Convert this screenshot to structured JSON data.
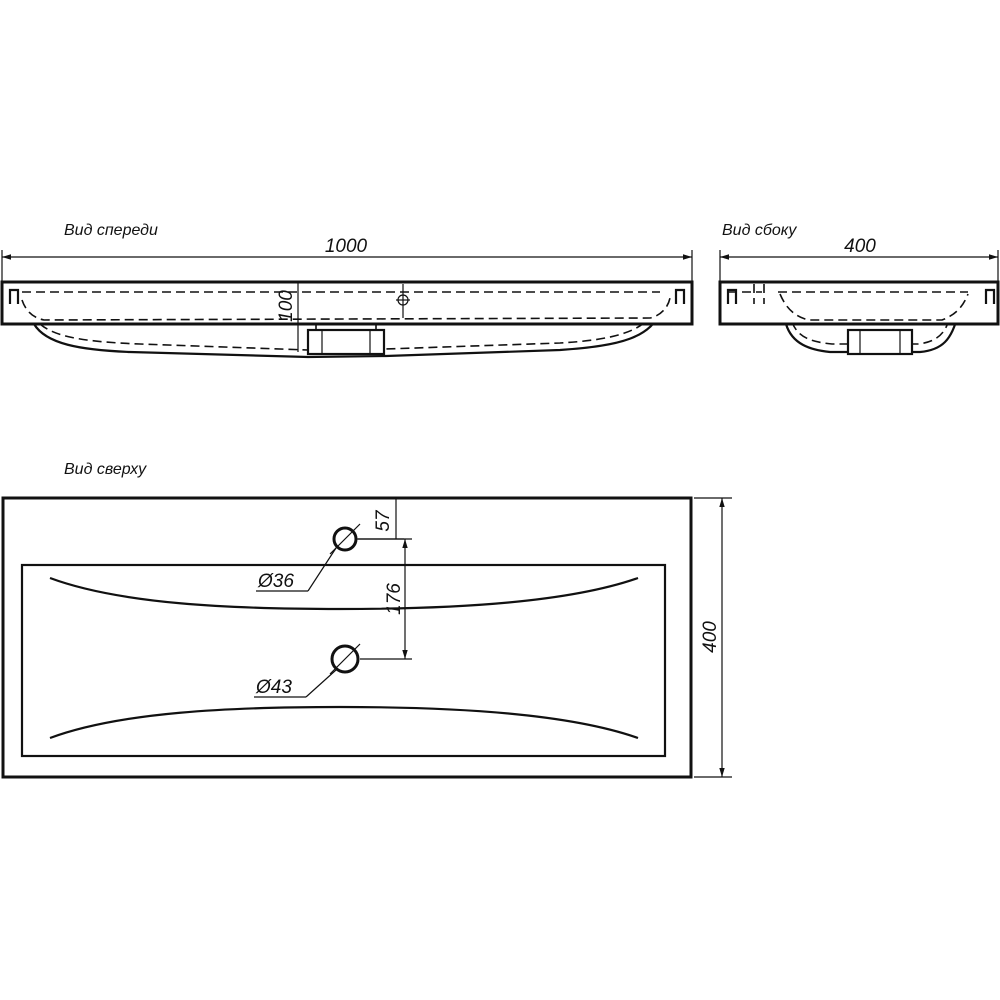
{
  "views": {
    "front": {
      "title": "Вид спереди",
      "width_dim": "1000",
      "height_dim": "100"
    },
    "side": {
      "title": "Вид сбоку",
      "depth_dim": "400"
    },
    "top": {
      "title": "Вид сверху",
      "depth_dim": "400",
      "tap_hole_offset_dim": "57",
      "hole_spacing_dim": "176",
      "tap_hole_diameter": "Ø36",
      "drain_hole_diameter": "Ø43"
    }
  },
  "colors": {
    "line": "#111111",
    "background": "#ffffff"
  }
}
